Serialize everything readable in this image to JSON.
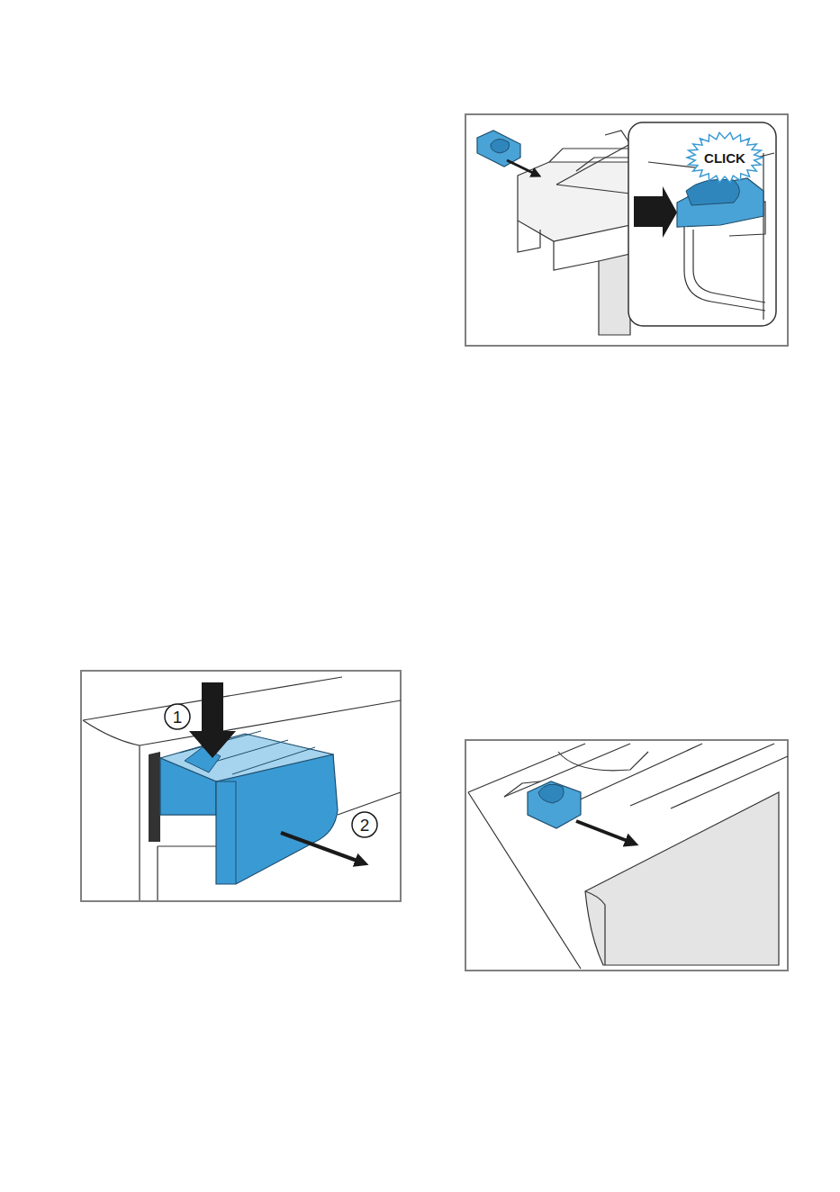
{
  "diagram": {
    "labels": [
      "CLICK",
      "1",
      "2"
    ]
  }
}
